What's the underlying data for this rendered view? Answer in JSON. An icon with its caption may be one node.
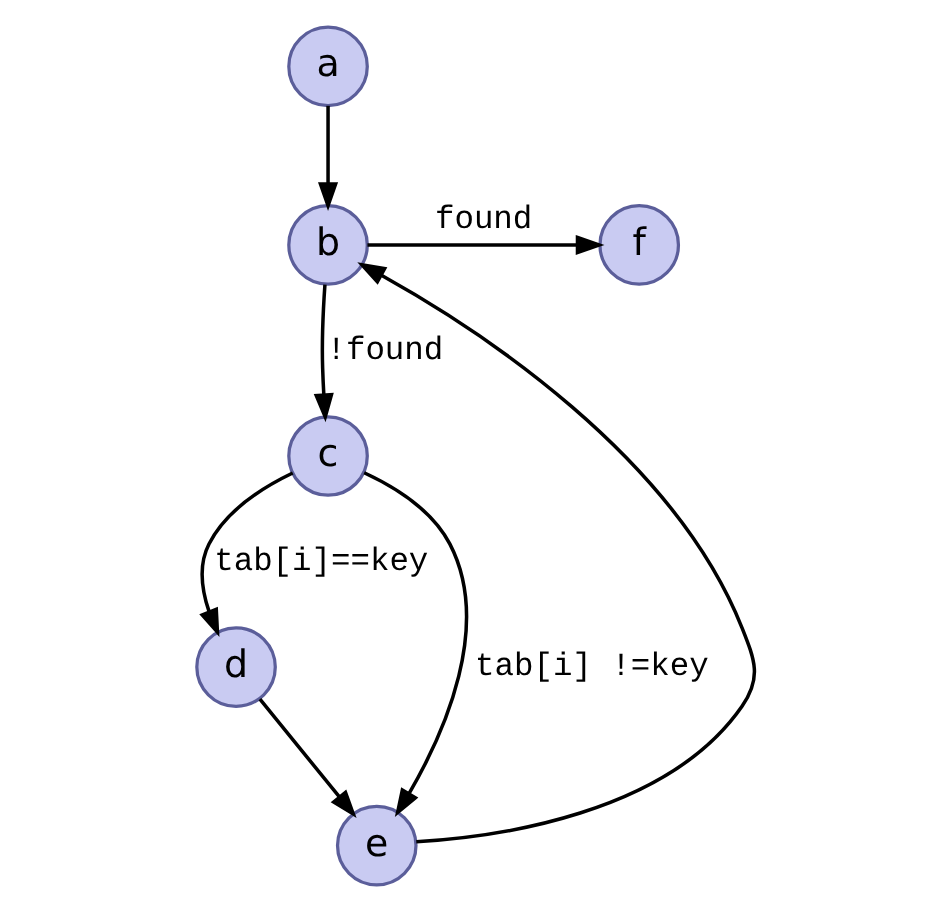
{
  "diagram": {
    "nodes": [
      {
        "text": [
          "a"
        ]
      },
      {
        "text": [
          "b"
        ]
      },
      {
        "text": [
          "c"
        ]
      },
      {
        "text": [
          "d"
        ]
      },
      {
        "text": [
          "e"
        ]
      },
      {
        "text": [
          "f"
        ]
      }
    ],
    "edges": [
      {
        "from": 0,
        "to": 1,
        "arrow": "to"
      },
      {
        "from": 1,
        "to": 5,
        "arrow": "to",
        "label": "found"
      },
      {
        "from": 1,
        "to": 2,
        "arrow": "to",
        "label": "!found"
      },
      {
        "from": 2,
        "to": 3,
        "arrow": "to",
        "label": "tab[i]==key"
      },
      {
        "from": 2,
        "to": 4,
        "arrow": "to",
        "label": "tab[i] !=key"
      },
      {
        "from": 3,
        "to": 4,
        "arrow": "to"
      },
      {
        "from": 4,
        "to": 1,
        "arrow": "to"
      }
    ]
  }
}
